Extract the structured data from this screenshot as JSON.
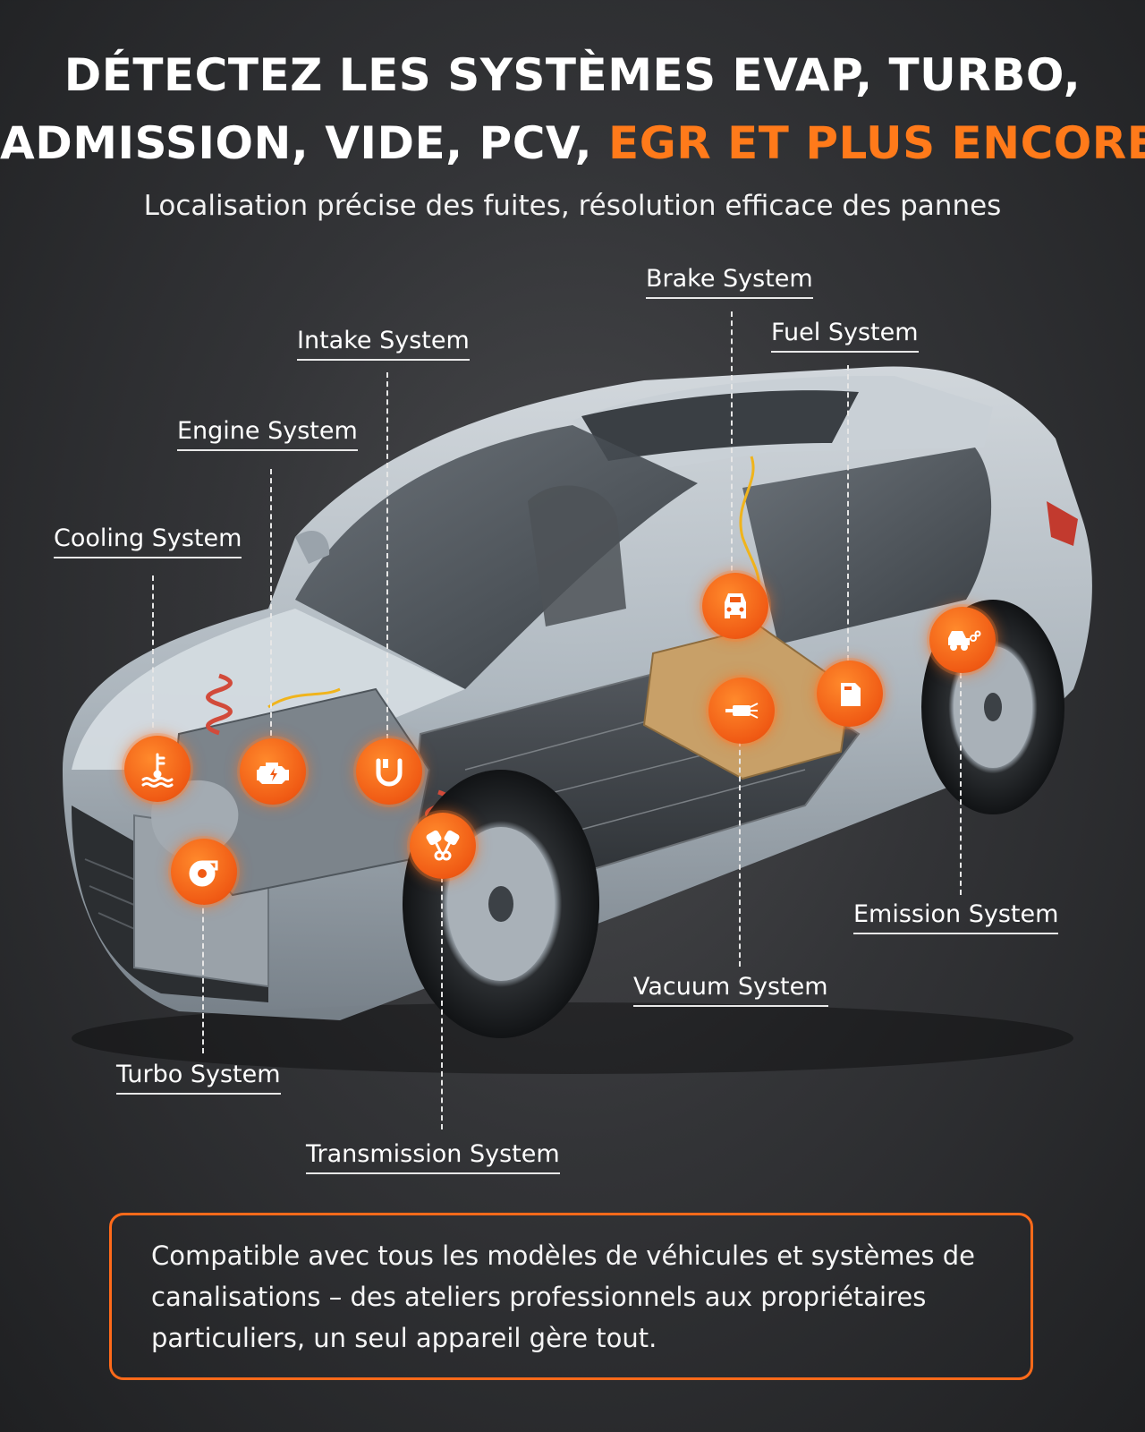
{
  "headline": {
    "line1": "DÉTECTEZ LES SYSTÈMES EVAP, TURBO,",
    "line2_white": "ADMISSION, VIDE, PCV, ",
    "line2_orange": "EGR ET PLUS ENCORE"
  },
  "subtitle": "Localisation précise des fuites, résolution efficace des pannes",
  "systems": {
    "brake": "Brake System",
    "fuel": "Fuel System",
    "intake": "Intake System",
    "engine": "Engine System",
    "cooling": "Cooling System",
    "emission": "Emission System",
    "vacuum": "Vacuum System",
    "turbo": "Turbo System",
    "transmission": "Transmission System"
  },
  "icons": {
    "cooling": "coolant-temperature-icon",
    "engine": "engine-icon",
    "intake": "intake-pipe-icon",
    "transmission": "pistons-icon",
    "turbo": "turbocharger-icon",
    "brake": "car-brake-icon",
    "vacuum": "vacuum-pump-icon",
    "fuel": "fuel-tank-icon",
    "emission": "exhaust-emission-icon"
  },
  "colors": {
    "accent": "#ff7a1a",
    "badge": "#f05a14",
    "background": "#333437"
  },
  "footer_text": "Compatible avec tous les modèles de véhicules et systèmes de canalisations – des ateliers professionnels aux propriétaires particuliers, un seul appareil gère tout."
}
